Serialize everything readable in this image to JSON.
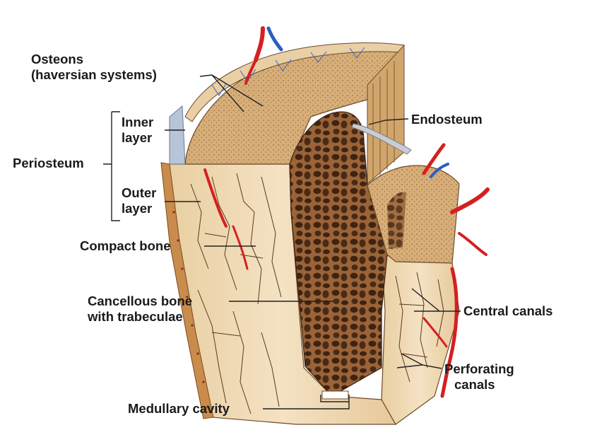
{
  "labels": {
    "osteons_line1": "Osteons",
    "osteons_line2": "(haversian systems)",
    "endosteum": "Endosteum",
    "periosteum": "Periosteum",
    "inner_layer_line1": "Inner",
    "inner_layer_line2": "layer",
    "outer_layer_line1": "Outer",
    "outer_layer_line2": "layer",
    "compact_bone": "Compact bone",
    "cancellous_line1": "Cancellous bone",
    "cancellous_line2": "with trabeculae",
    "central_canals": "Central canals",
    "perforating_line1": "Perforating",
    "perforating_line2": "canals",
    "medullary_cavity": "Medullary cavity"
  },
  "colors": {
    "bone_light": "#f1dcb6",
    "bone_top": "#d9b27c",
    "cancellous": "#8b5a34",
    "cancellous_dark": "#4a2a16",
    "artery": "#d42020",
    "vein": "#2a5fc0",
    "periosteum": "#c88a4a",
    "leader": "#222222"
  }
}
